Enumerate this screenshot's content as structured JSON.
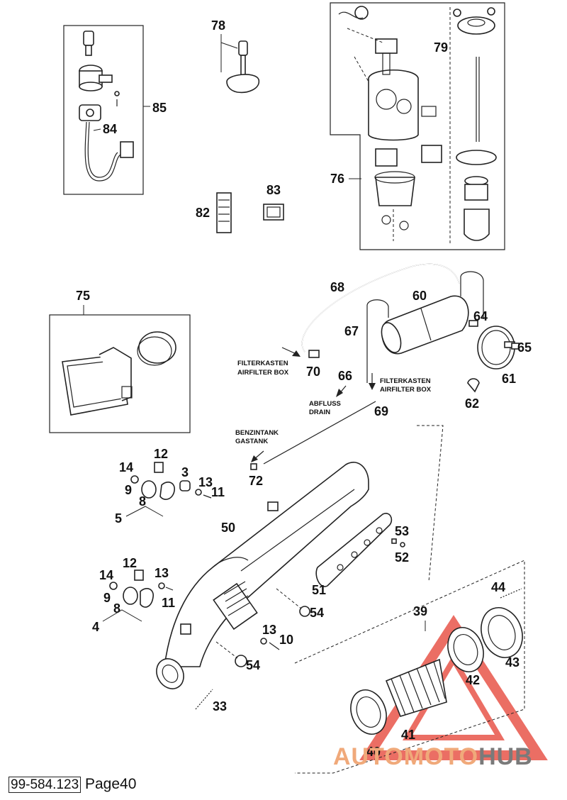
{
  "labels": {
    "p85": "85",
    "p84": "84",
    "p78": "78",
    "p79": "79",
    "p76": "76",
    "p82": "82",
    "p83": "83",
    "p75": "75",
    "p68": "68",
    "p60": "60",
    "p64": "64",
    "p65": "65",
    "p67": "67",
    "p61": "61",
    "p70": "70",
    "p66": "66",
    "p69": "69",
    "p62": "62",
    "p72": "72",
    "p12a": "12",
    "p14a": "14",
    "p3": "3",
    "p13a": "13",
    "p11a": "11",
    "p9a": "9",
    "p8a": "8",
    "p5": "5",
    "p50": "50",
    "p53": "53",
    "p52": "52",
    "p12b": "12",
    "p14b": "14",
    "p13b": "13",
    "p9b": "9",
    "p11b": "11",
    "p8b": "8",
    "p4": "4",
    "p51": "51",
    "p54a": "54",
    "p44": "44",
    "p39": "39",
    "p13c": "13",
    "p10": "10",
    "p54b": "54",
    "p43": "43",
    "p42": "42",
    "p33": "33",
    "p41": "41",
    "p40": "40"
  },
  "captions": {
    "filterkasten_1": "FILTERKASTEN",
    "airfilter_1": "AIRFILTER BOX",
    "filterkasten_2": "FILTERKASTEN",
    "airfilter_2": "AIRFILTER BOX",
    "abfluss": "ABFLUSS",
    "drain": "DRAIN",
    "benzintank": "BENZINTANK",
    "gastank": "GASTANK"
  },
  "footer": {
    "code": "99-584.123",
    "page": "Page40"
  },
  "watermark": {
    "part1": "AUTOMOTO",
    "part2": "HUB",
    "color1": "#f0a97a",
    "color2": "#7a7a7a",
    "accent": "#e8554a"
  }
}
